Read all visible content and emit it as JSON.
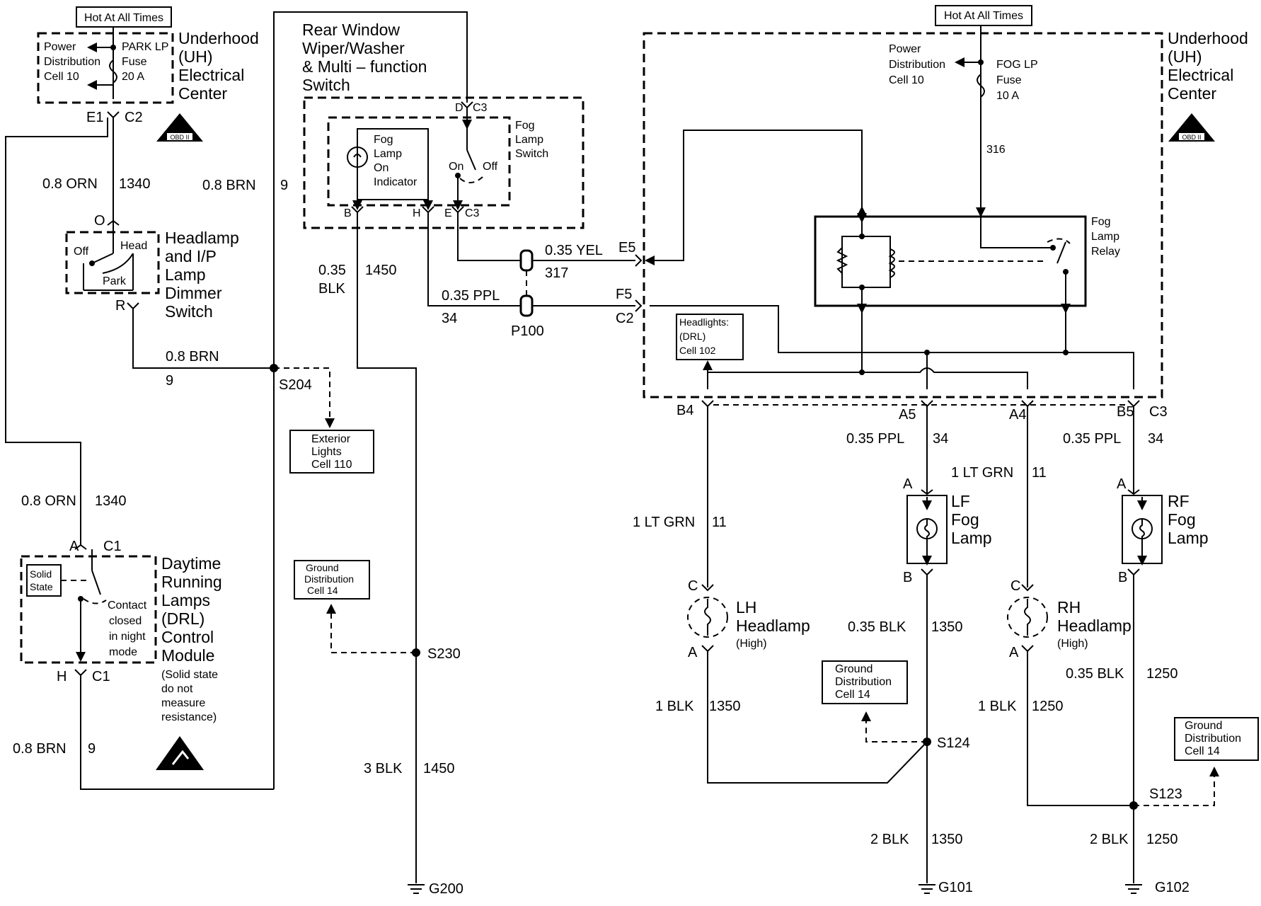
{
  "hot_labels": [
    "Hot At All Times",
    "Hot At All Times"
  ],
  "uh_left": {
    "title": [
      "Underhood",
      "(UH)",
      "Electrical",
      "Center"
    ],
    "pdc": [
      "Power",
      "Distribution",
      "Cell 10"
    ],
    "fuse": [
      "PARK LP",
      "Fuse",
      "20 A"
    ],
    "badge": "OBD II",
    "pins": [
      "E1",
      "C2"
    ]
  },
  "uh_right": {
    "title": [
      "Underhood",
      "(UH)",
      "Electrical",
      "Center"
    ],
    "pdc": [
      "Power",
      "Distribution",
      "Cell 10"
    ],
    "fuse": [
      "FOG LP",
      "Fuse",
      "10 A"
    ],
    "circuit": "316",
    "relay": [
      "Fog",
      "Lamp",
      "Relay"
    ],
    "headlights": [
      "Headlights:",
      "(DRL)",
      "Cell 102"
    ],
    "badge": "OBD II",
    "pins": [
      "E5",
      "F5",
      "C2",
      "B4",
      "A5",
      "A4",
      "B5",
      "C3"
    ]
  },
  "rear_switch": {
    "title": [
      "Rear Window",
      "Wiper/Washer",
      "& Multi – function",
      "Switch"
    ],
    "indicator": [
      "Fog",
      "Lamp",
      "On",
      "Indicator"
    ],
    "fog_switch": [
      "Fog",
      "Lamp",
      "Switch"
    ],
    "on": "On",
    "off": "Off",
    "pins": [
      "D",
      "C3",
      "B",
      "H",
      "E",
      "C3"
    ]
  },
  "headlamp_switch": {
    "title": [
      "Headlamp",
      "and I/P",
      "Lamp",
      "Dimmer",
      "Switch"
    ],
    "off": "Off",
    "head": "Head",
    "park": "Park",
    "pins": [
      "O",
      "R"
    ]
  },
  "drl": {
    "title": [
      "Daytime",
      "Running",
      "Lamps",
      "(DRL)",
      "Control",
      "Module"
    ],
    "note": [
      "(Solid state",
      "do not",
      "measure",
      "resistance)"
    ],
    "solid": [
      "Solid",
      "State"
    ],
    "contact": [
      "Contact",
      "closed",
      "in night",
      "mode"
    ],
    "pins": [
      "A",
      "C1",
      "H",
      "C1"
    ]
  },
  "wires": {
    "w_orn_1": [
      "0.8 ORN",
      "1340"
    ],
    "w_brn_9a": [
      "0.8 BRN",
      "9"
    ],
    "w_blk_1450a": [
      "0.35",
      "1450",
      "BLK"
    ],
    "w_yel": [
      "0.35 YEL",
      "317"
    ],
    "w_ppl": [
      "0.35 PPL",
      "34"
    ],
    "w_brn_9b": [
      "0.8 BRN",
      "9"
    ],
    "w_orn_2": [
      "0.8 ORN",
      "1340"
    ],
    "w_brn_9c": [
      "0.8 BRN",
      "9"
    ],
    "w_blk_1450b": [
      "3 BLK",
      "1450"
    ],
    "w_ppl_a5": [
      "0.35 PPL",
      "34"
    ],
    "w_ppl_b5": [
      "0.35 PPL",
      "34"
    ],
    "w_grn_a4": [
      "1 LT GRN",
      "11"
    ],
    "w_grn_b4": [
      "1 LT GRN",
      "11"
    ],
    "w_blk_1350a": [
      "0.35 BLK",
      "1350"
    ],
    "w_blk_1350b": [
      "1 BLK",
      "1350"
    ],
    "w_blk_1350c": [
      "2 BLK",
      "1350"
    ],
    "w_blk_1250a": [
      "0.35 BLK",
      "1250"
    ],
    "w_blk_1250b": [
      "1 BLK",
      "1250"
    ],
    "w_blk_1250c": [
      "2 BLK",
      "1250"
    ]
  },
  "splices": [
    "S204",
    "S230",
    "S124",
    "S123"
  ],
  "grounds": [
    "G200",
    "G101",
    "G102"
  ],
  "passthrough": "P100",
  "exterior_lights": [
    "Exterior",
    "Lights",
    "Cell 110"
  ],
  "ground_dist": [
    "Ground",
    "Distribution",
    "Cell 14"
  ],
  "lf_fog": [
    "LF",
    "Fog",
    "Lamp"
  ],
  "rf_fog": [
    "RF",
    "Fog",
    "Lamp"
  ],
  "lh_headlamp": [
    "LH",
    "Headlamp",
    "(High)"
  ],
  "rh_headlamp": [
    "RH",
    "Headlamp",
    "(High)"
  ],
  "lamp_pins": [
    "A",
    "B",
    "C",
    "A",
    "A",
    "B",
    "C",
    "A"
  ]
}
